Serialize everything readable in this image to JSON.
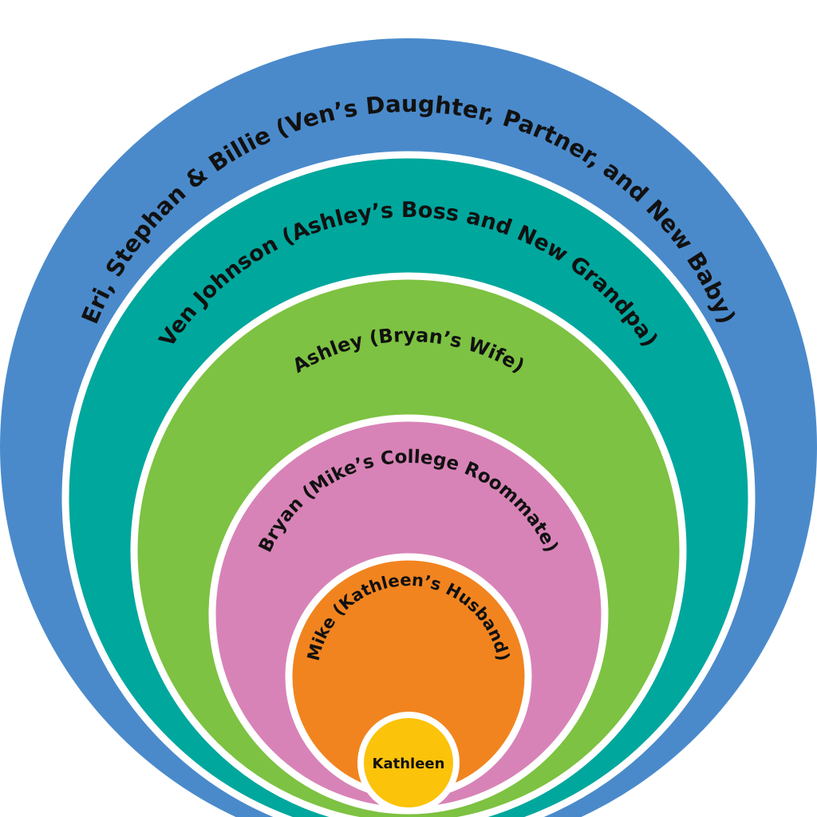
{
  "diagram": {
    "rings": [
      {
        "label": "Eri, Stephan & Billie (Ven’s Daughter, Partner, and New Baby)",
        "color": "#4a8acb"
      },
      {
        "label": "Ven Johnson (Ashley’s Boss and New Grandpa)",
        "color": "#00a79d"
      },
      {
        "label": "Ashley (Bryan’s Wife)",
        "color": "#7dc242"
      },
      {
        "label": "Bryan (Mike’s College Roommate)",
        "color": "#d883b7"
      },
      {
        "label": "Mike (Kathleen’s Husband)",
        "color": "#f1841f"
      }
    ],
    "center": {
      "label": "Kathleen",
      "color": "#fcc30b"
    }
  }
}
